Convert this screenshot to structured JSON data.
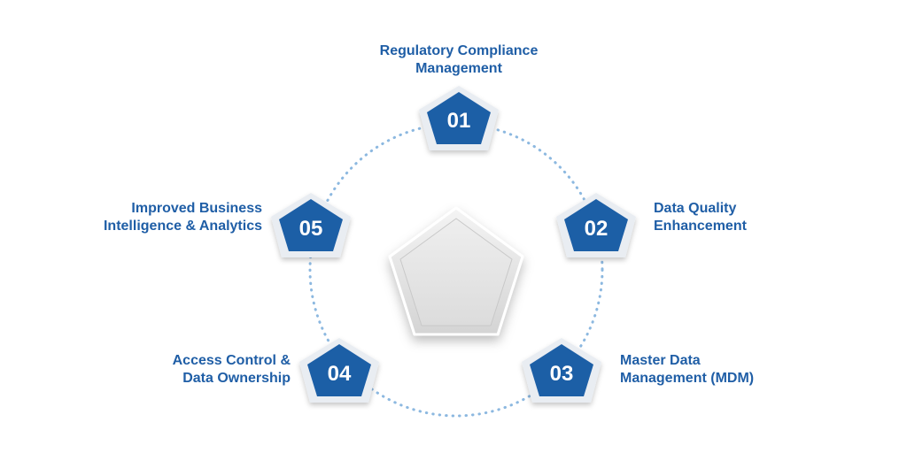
{
  "colors": {
    "accent": "#1f5ea6",
    "badge_fill": "#1f5ea6",
    "badge_rim": "#e9edf2",
    "badge_text": "#ffffff",
    "orbit": "#8cb8e0",
    "center_fill": "#e6e6e6"
  },
  "nodes": [
    {
      "number": "01",
      "label_lines": [
        "Regulatory Compliance",
        "Management"
      ]
    },
    {
      "number": "02",
      "label_lines": [
        "Data Quality",
        "Enhancement"
      ]
    },
    {
      "number": "03",
      "label_lines": [
        "Master Data",
        "Management (MDM)"
      ]
    },
    {
      "number": "04",
      "label_lines": [
        "Access Control &",
        "Data Ownership"
      ]
    },
    {
      "number": "05",
      "label_lines": [
        "Improved Business",
        "Intelligence & Analytics"
      ]
    }
  ]
}
